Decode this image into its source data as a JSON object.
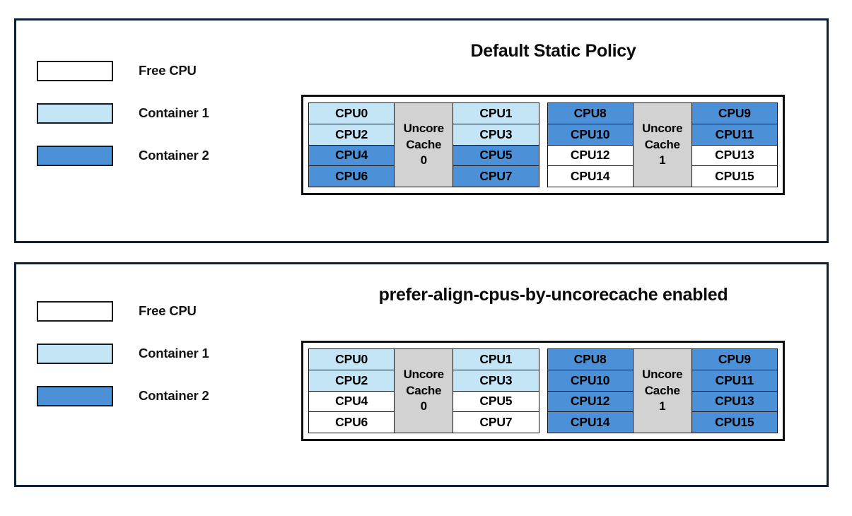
{
  "colors": {
    "free_cpu": "#ffffff",
    "container1": "#c3e5f6",
    "container2": "#4c91d7",
    "uncore_cache": "#d2d2d2",
    "panel_border": "#0c2232",
    "cell_border": "#0f0f0f"
  },
  "panels": [
    {
      "id": "default-static-policy",
      "title": "Default Static Policy",
      "legend": [
        {
          "label": "Free CPU",
          "color": "#ffffff"
        },
        {
          "label": "Container 1",
          "color": "#c3e5f6"
        },
        {
          "label": "Container 2",
          "color": "#4c91d7"
        }
      ],
      "uncore_groups": [
        {
          "cache_label_line1": "Uncore",
          "cache_label_line2": "Cache",
          "cache_label_line3": "0",
          "left_column": [
            {
              "label": "CPU0",
              "state": "container1",
              "color": "#c3e5f6"
            },
            {
              "label": "CPU2",
              "state": "container1",
              "color": "#c3e5f6"
            },
            {
              "label": "CPU4",
              "state": "container2",
              "color": "#4c91d7"
            },
            {
              "label": "CPU6",
              "state": "container2",
              "color": "#4c91d7"
            }
          ],
          "right_column": [
            {
              "label": "CPU1",
              "state": "container1",
              "color": "#c3e5f6"
            },
            {
              "label": "CPU3",
              "state": "container1",
              "color": "#c3e5f6"
            },
            {
              "label": "CPU5",
              "state": "container2",
              "color": "#4c91d7"
            },
            {
              "label": "CPU7",
              "state": "container2",
              "color": "#4c91d7"
            }
          ]
        },
        {
          "cache_label_line1": "Uncore",
          "cache_label_line2": "Cache",
          "cache_label_line3": "1",
          "left_column": [
            {
              "label": "CPU8",
              "state": "container2",
              "color": "#4c91d7"
            },
            {
              "label": "CPU10",
              "state": "container2",
              "color": "#4c91d7"
            },
            {
              "label": "CPU12",
              "state": "free",
              "color": "#ffffff"
            },
            {
              "label": "CPU14",
              "state": "free",
              "color": "#ffffff"
            }
          ],
          "right_column": [
            {
              "label": "CPU9",
              "state": "container2",
              "color": "#4c91d7"
            },
            {
              "label": "CPU11",
              "state": "container2",
              "color": "#4c91d7"
            },
            {
              "label": "CPU13",
              "state": "free",
              "color": "#ffffff"
            },
            {
              "label": "CPU15",
              "state": "free",
              "color": "#ffffff"
            }
          ]
        }
      ]
    },
    {
      "id": "prefer-align-cpus-by-uncorecache",
      "title": "prefer-align-cpus-by-uncorecache enabled",
      "legend": [
        {
          "label": "Free CPU",
          "color": "#ffffff"
        },
        {
          "label": "Container 1",
          "color": "#c3e5f6"
        },
        {
          "label": "Container 2",
          "color": "#4c91d7"
        }
      ],
      "uncore_groups": [
        {
          "cache_label_line1": "Uncore",
          "cache_label_line2": "Cache",
          "cache_label_line3": "0",
          "left_column": [
            {
              "label": "CPU0",
              "state": "container1",
              "color": "#c3e5f6"
            },
            {
              "label": "CPU2",
              "state": "container1",
              "color": "#c3e5f6"
            },
            {
              "label": "CPU4",
              "state": "free",
              "color": "#ffffff"
            },
            {
              "label": "CPU6",
              "state": "free",
              "color": "#ffffff"
            }
          ],
          "right_column": [
            {
              "label": "CPU1",
              "state": "container1",
              "color": "#c3e5f6"
            },
            {
              "label": "CPU3",
              "state": "container1",
              "color": "#c3e5f6"
            },
            {
              "label": "CPU5",
              "state": "free",
              "color": "#ffffff"
            },
            {
              "label": "CPU7",
              "state": "free",
              "color": "#ffffff"
            }
          ]
        },
        {
          "cache_label_line1": "Uncore",
          "cache_label_line2": "Cache",
          "cache_label_line3": "1",
          "left_column": [
            {
              "label": "CPU8",
              "state": "container2",
              "color": "#4c91d7"
            },
            {
              "label": "CPU10",
              "state": "container2",
              "color": "#4c91d7"
            },
            {
              "label": "CPU12",
              "state": "container2",
              "color": "#4c91d7"
            },
            {
              "label": "CPU14",
              "state": "container2",
              "color": "#4c91d7"
            }
          ],
          "right_column": [
            {
              "label": "CPU9",
              "state": "container2",
              "color": "#4c91d7"
            },
            {
              "label": "CPU11",
              "state": "container2",
              "color": "#4c91d7"
            },
            {
              "label": "CPU13",
              "state": "container2",
              "color": "#4c91d7"
            },
            {
              "label": "CPU15",
              "state": "container2",
              "color": "#4c91d7"
            }
          ]
        }
      ]
    }
  ]
}
